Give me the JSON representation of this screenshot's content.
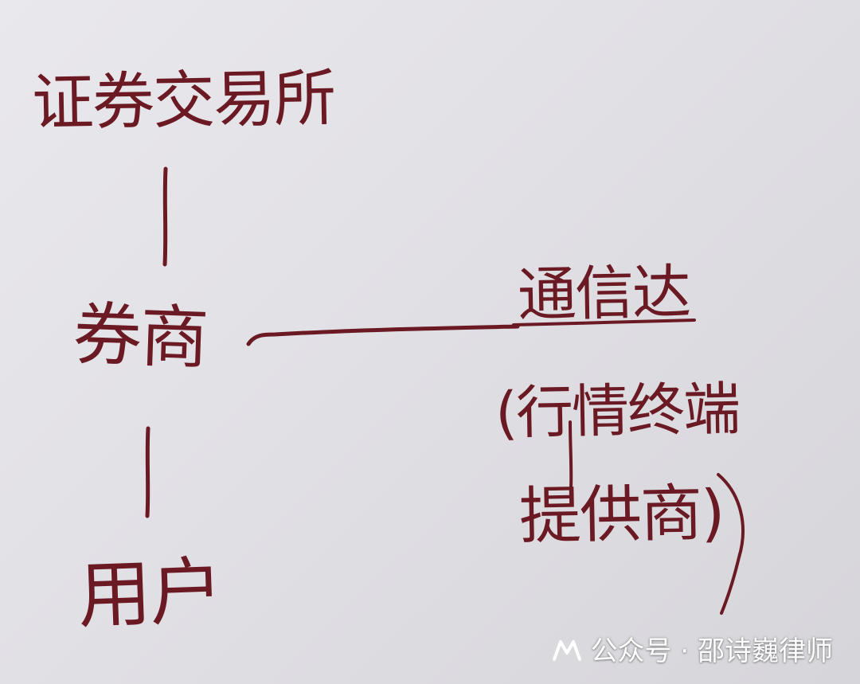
{
  "diagram": {
    "nodes": {
      "exchange": "证券交易所",
      "broker": "券商",
      "user": "用户",
      "tongxinda": "通信达",
      "provider_line1": "(行情终端",
      "provider_line2": "提供商)"
    }
  },
  "watermark": {
    "icon": "wechat-channel-icon",
    "text": "公众号 · 邵诗巍律师"
  },
  "colors": {
    "ink": "#6b1a24",
    "paper": "#e4e3e8",
    "watermark_text": "#ffffff"
  }
}
